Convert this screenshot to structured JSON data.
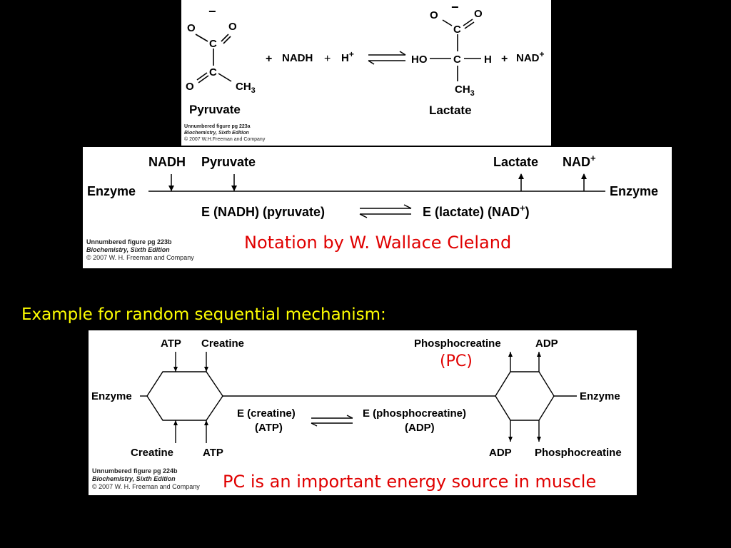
{
  "top_figure": {
    "plus1": "+",
    "nadh": "NADH",
    "plus2": "+",
    "h": "H",
    "plus_sup": "+",
    "plus3": "+",
    "nad": "NAD",
    "nad_sup": "+",
    "pyruvate_label": "Pyruvate",
    "lactate_label": "Lactate",
    "pyruvate_atoms": {
      "charge": "−",
      "o_left": "O",
      "o_right": "O",
      "c1": "C",
      "c2": "C",
      "o_bottom": "O",
      "ch3": "CH",
      "sub3": "3"
    },
    "lactate_atoms": {
      "charge": "−",
      "o_left": "O",
      "o_right": "O",
      "c1": "C",
      "ho": "HO",
      "c2": "C",
      "h": "H",
      "ch3": "CH",
      "sub3": "3"
    },
    "credit": {
      "line1": "Unnumbered figure pg 223a",
      "line2": "Biochemistry, Sixth Edition",
      "line3": "© 2007 W.H.Freeman and Company"
    }
  },
  "cleland_figure": {
    "enzyme_left": "Enzyme",
    "enzyme_right": "Enzyme",
    "nadh": "NADH",
    "pyruvate": "Pyruvate",
    "lactate": "Lactate",
    "nad": "NAD",
    "nad_sup": "+",
    "complex_left": "E (NADH) (pyruvate)",
    "complex_right_prefix": "E (lactate) (NAD",
    "complex_right_sup": "+",
    "complex_right_suffix": ")",
    "credit": {
      "line1": "Unnumbered figure pg 223b",
      "line2": "Biochemistry, Sixth Edition",
      "line3": "© 2007 W. H. Freeman and Company"
    },
    "note": "Notation by W. Wallace Cleland"
  },
  "example_heading": "Example for random sequential mechanism:",
  "random_figure": {
    "atp_top": "ATP",
    "creatine_top": "Creatine",
    "phosphocreatine_top": "Phosphocreatine",
    "adp_top": "ADP",
    "pc_note": "(PC)",
    "enzyme_left": "Enzyme",
    "enzyme_right": "Enzyme",
    "complex_left_line1": "E (creatine)",
    "complex_left_line2": "(ATP)",
    "complex_right_line1": "E (phosphocreatine)",
    "complex_right_line2": "(ADP)",
    "creatine_bottom": "Creatine",
    "atp_bottom": "ATP",
    "adp_bottom": "ADP",
    "phosphocreatine_bottom": "Phosphocreatine",
    "credit": {
      "line1": "Unnumbered figure pg 224b",
      "line2": "Biochemistry, Sixth Edition",
      "line3": "© 2007 W. H. Freeman and Company"
    },
    "note": "PC is an important energy source in muscle"
  }
}
